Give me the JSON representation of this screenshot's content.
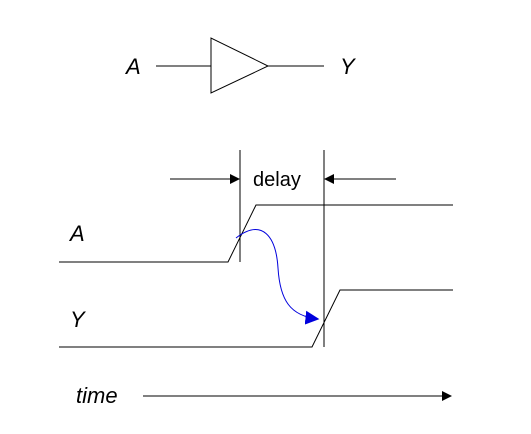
{
  "buffer": {
    "input_label": "A",
    "output_label": "Y"
  },
  "timing": {
    "signal_a_label": "A",
    "signal_y_label": "Y",
    "delay_label": "delay",
    "time_label": "time"
  },
  "colors": {
    "causal_arrow": "#0000dd",
    "ink": "#000000"
  },
  "icons": {
    "buffer_symbol": "triangle-buffer-gate",
    "arrowheads": "filled-triangle-arrow"
  }
}
